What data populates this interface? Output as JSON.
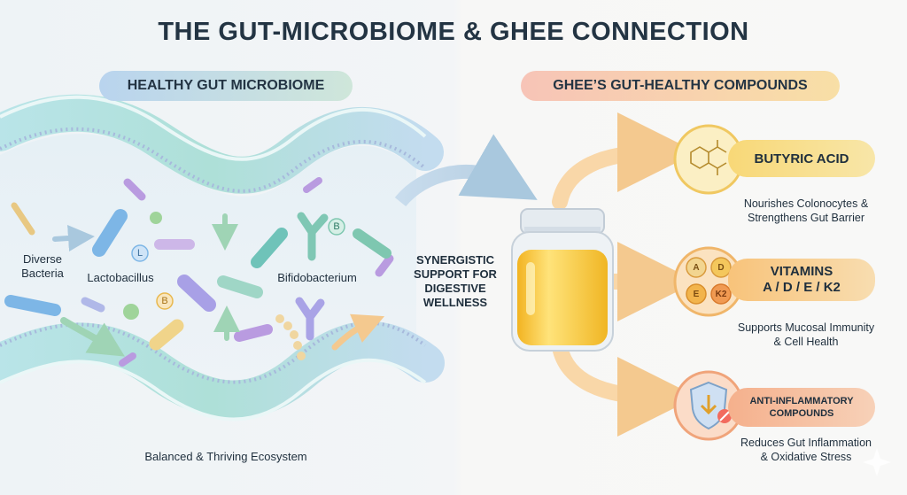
{
  "title": "THE GUT-MICROBIOME & GHEE CONNECTION",
  "left": {
    "header": "HEALTHY GUT MICROBIOME",
    "labels": {
      "diverse": "Diverse\nBacteria",
      "lacto": "Lactobacillus",
      "bifido": "Bifidobacterium",
      "balanced": "Balanced & Thriving Ecosystem"
    },
    "badges": [
      "L",
      "B",
      "B"
    ]
  },
  "center": {
    "synergy": "SYNERGISTIC SUPPORT FOR DIGESTIVE WELLNESS"
  },
  "right": {
    "header": "GHEE’S GUT-HEALTHY COMPOUNDS",
    "compounds": [
      {
        "title": "BUTYRIC ACID",
        "desc": "Nourishes Colonocytes &\nStrengthens Gut Barrier"
      },
      {
        "title": "VITAMINS",
        "subtitle": "A / D / E / K2",
        "desc": "Supports Mucosal Immunity\n& Cell Health"
      },
      {
        "title": "ANTI-INFLAMMATORY\nCOMPOUNDS",
        "desc": "Reduces Gut Inflammation\n& Oxidative Stress"
      }
    ],
    "vitamin_letters": [
      "A",
      "D",
      "E",
      "K2"
    ]
  },
  "colors": {
    "title": "#233443",
    "gut_wall": "#8fd0d8",
    "ghee": "#f5c332",
    "arrow_orange": "#f7c98a",
    "butyric": "#f8d877",
    "vitamins": "#f8c37a",
    "anti": "#f5b08c"
  }
}
